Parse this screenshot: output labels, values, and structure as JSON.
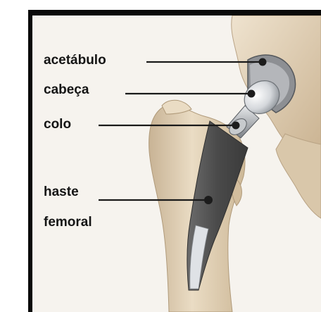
{
  "labels": {
    "acetabulo": "acetábulo",
    "cabeca": "cabeça",
    "colo": "colo",
    "haste": "haste",
    "femoral": "femoral"
  },
  "colors": {
    "frame": "#0a0a0a",
    "bone": "#e6d6bd",
    "bone_shadow": "#c9b393",
    "stem": "#5e5e5e",
    "metal": "#cfd2d6",
    "leader_line": "#1a1a1a",
    "background": "#f6f3ee"
  }
}
